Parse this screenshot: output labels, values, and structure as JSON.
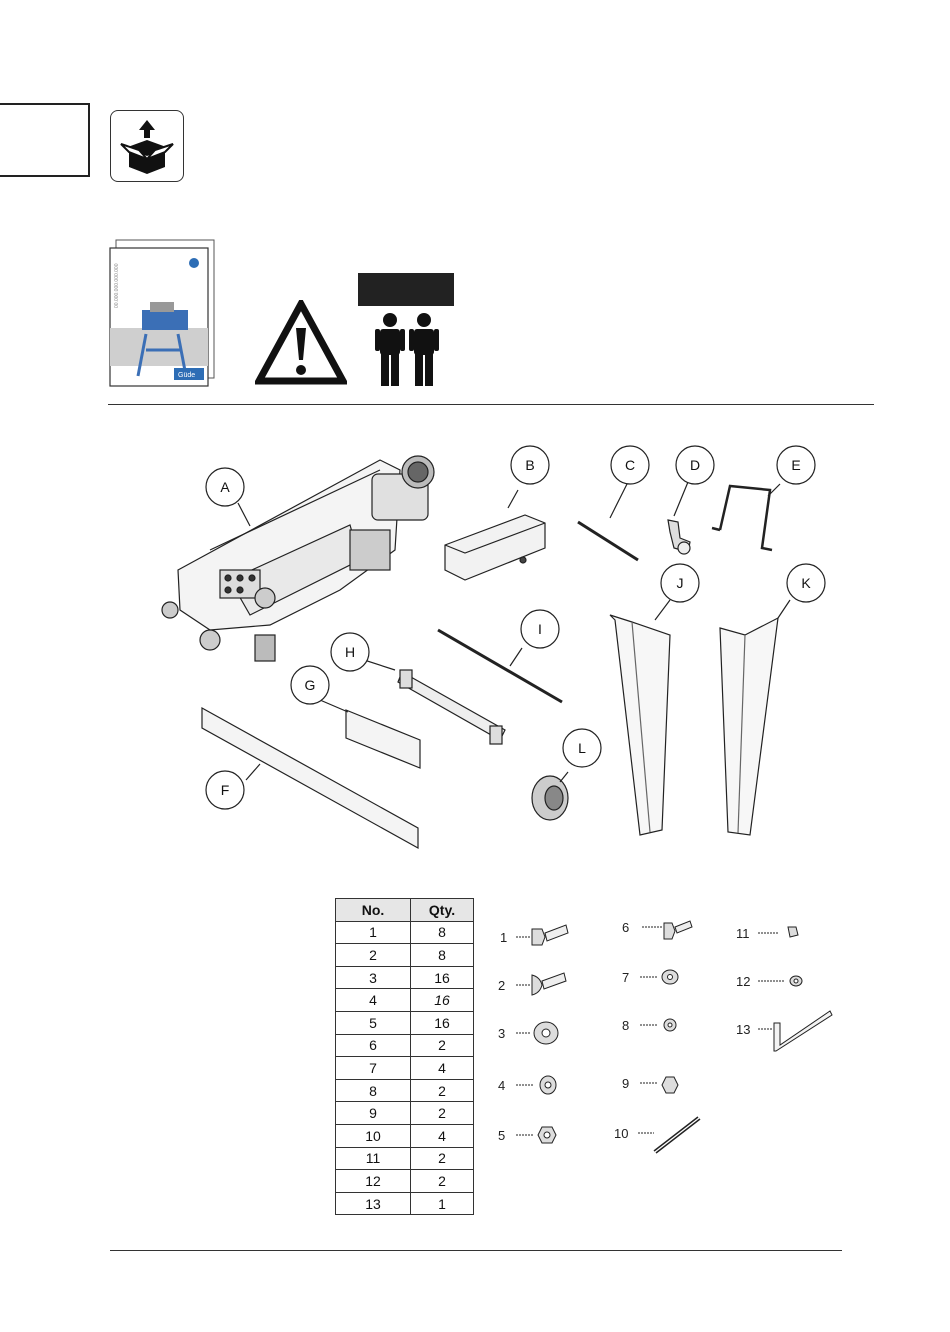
{
  "manual_cover": {
    "brand": "Güde",
    "code": "00.000.000.000.000"
  },
  "parts": [
    {
      "letter": "A"
    },
    {
      "letter": "B"
    },
    {
      "letter": "C"
    },
    {
      "letter": "D"
    },
    {
      "letter": "E"
    },
    {
      "letter": "F"
    },
    {
      "letter": "G"
    },
    {
      "letter": "H"
    },
    {
      "letter": "I"
    },
    {
      "letter": "J"
    },
    {
      "letter": "K"
    },
    {
      "letter": "L"
    }
  ],
  "table": {
    "header_no": "No.",
    "header_qty": "Qty.",
    "rows": [
      {
        "no": "1",
        "qty": "8"
      },
      {
        "no": "2",
        "qty": "8"
      },
      {
        "no": "3",
        "qty": "16"
      },
      {
        "no": "4",
        "qty": "16"
      },
      {
        "no": "5",
        "qty": "16"
      },
      {
        "no": "6",
        "qty": "2"
      },
      {
        "no": "7",
        "qty": "4"
      },
      {
        "no": "8",
        "qty": "2"
      },
      {
        "no": "9",
        "qty": "2"
      },
      {
        "no": "10",
        "qty": "4"
      },
      {
        "no": "11",
        "qty": "2"
      },
      {
        "no": "12",
        "qty": "2"
      },
      {
        "no": "13",
        "qty": "1"
      }
    ]
  },
  "hardware": [
    {
      "no": "1"
    },
    {
      "no": "2"
    },
    {
      "no": "3"
    },
    {
      "no": "4"
    },
    {
      "no": "5"
    },
    {
      "no": "6"
    },
    {
      "no": "7"
    },
    {
      "no": "8"
    },
    {
      "no": "9"
    },
    {
      "no": "10"
    },
    {
      "no": "11"
    },
    {
      "no": "12"
    },
    {
      "no": "13"
    }
  ]
}
